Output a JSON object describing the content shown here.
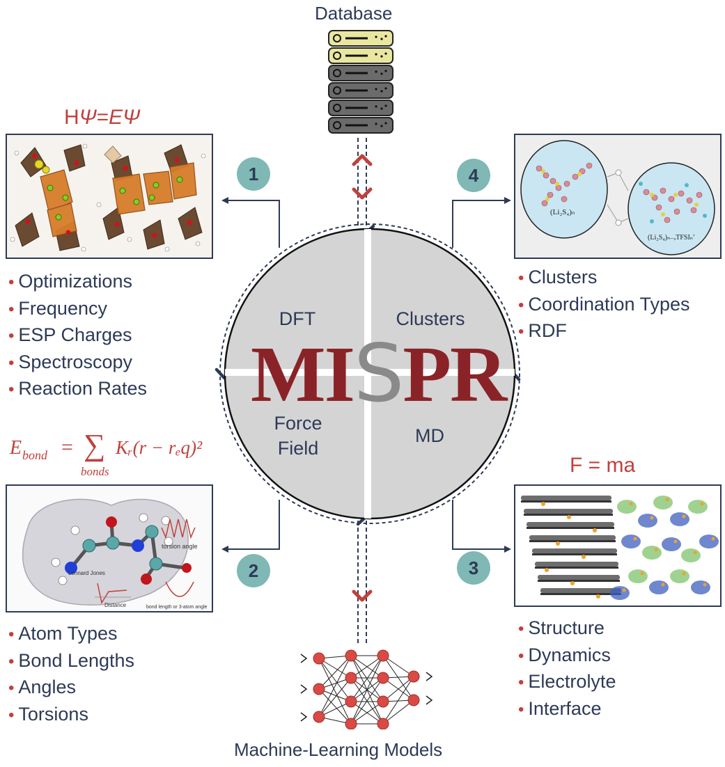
{
  "database": {
    "label": "Database",
    "icon": "server-rack-icon"
  },
  "ml": {
    "label": "Machine-Learning Models",
    "icon": "neural-network-icon"
  },
  "center": {
    "word_left": "MI",
    "word_s": "S",
    "word_right": "PR",
    "quadrants": {
      "top_left": "DFT",
      "top_right": "Clusters",
      "bottom_left": "Force\nField",
      "bottom_right": "MD"
    }
  },
  "panels": {
    "dft": {
      "badge": "1",
      "equation": {
        "prefix": "H",
        "psi1": "Ψ",
        "eq": "=",
        "e": "E",
        "psi2": "Ψ"
      },
      "bullets": [
        "Optimizations",
        "Frequency",
        "ESP Charges",
        "Spectroscopy",
        "Reaction Rates"
      ]
    },
    "forcefield": {
      "badge": "2",
      "equation": {
        "lhs": "E",
        "lhs_sub": "bond",
        "sigma": "∑",
        "sigma_sub": "bonds",
        "rhs": "Kᵣ(r − rₑq)²"
      },
      "figure_labels": {
        "torsion": "torsion angle",
        "lj": "Lennard Jones",
        "distance": "Distance",
        "bond": "bond length or 3-atom angle"
      },
      "bullets": [
        "Atom Types",
        "Bond Lengths",
        "Angles",
        "Torsions"
      ]
    },
    "md": {
      "badge": "3",
      "equation": "F = ma",
      "bullets": [
        "Structure",
        "Dynamics",
        "Electrolyte",
        "Interface"
      ]
    },
    "clusters": {
      "badge": "4",
      "labels": {
        "left": "(Li₂S₄)ₙ",
        "right": "(Li₂S₄)ₙ₋ₓTFSIₙ’"
      },
      "bullets": [
        "Clusters",
        "Coordination Types",
        "RDF"
      ]
    }
  },
  "colors": {
    "navy": "#2d3a56",
    "red": "#c0403c",
    "maroon": "#8a2328",
    "teal": "#7fb8b4",
    "circle": "#d4d4d4",
    "db_yellow": "#e9e6a0",
    "db_gray": "#6b6b6b"
  }
}
